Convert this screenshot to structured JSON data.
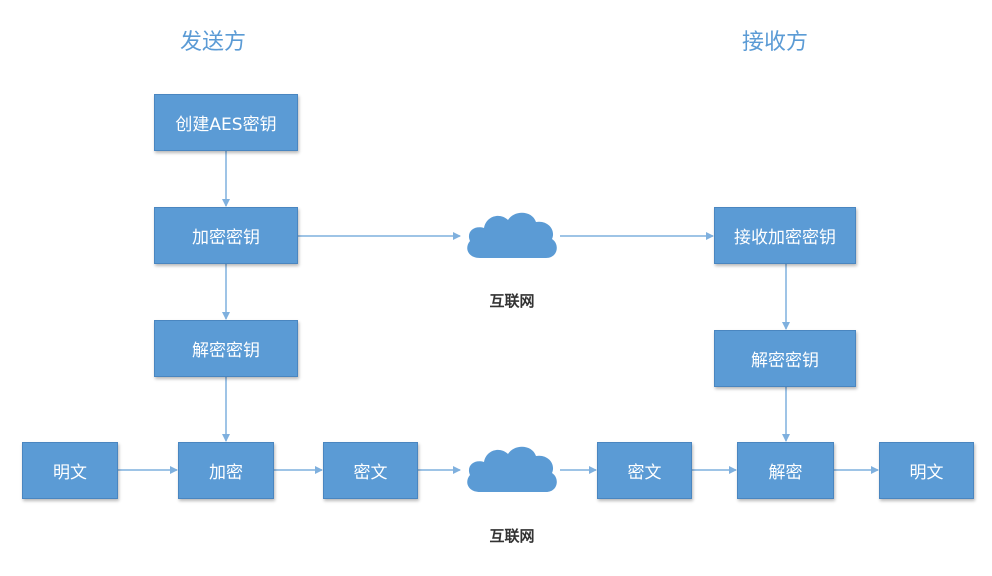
{
  "headings": {
    "sender": "发送方",
    "receiver": "接收方"
  },
  "sender": {
    "create_key": "创建AES密钥",
    "encrypt_key": "加密密钥",
    "decrypt_key": "解密密钥",
    "plaintext": "明文",
    "encrypt": "加密",
    "ciphertext": "密文"
  },
  "network": {
    "top_label": "互联网",
    "bottom_label": "互联网"
  },
  "receiver": {
    "receive_key": "接收加密密钥",
    "decrypt_key": "解密密钥",
    "ciphertext": "密文",
    "decrypt": "解密",
    "plaintext": "明文"
  },
  "colors": {
    "box_fill": "#5b9bd5",
    "arrow": "#7fb0de",
    "heading": "#5b9bd5",
    "cloud": "#5b9bd5"
  }
}
